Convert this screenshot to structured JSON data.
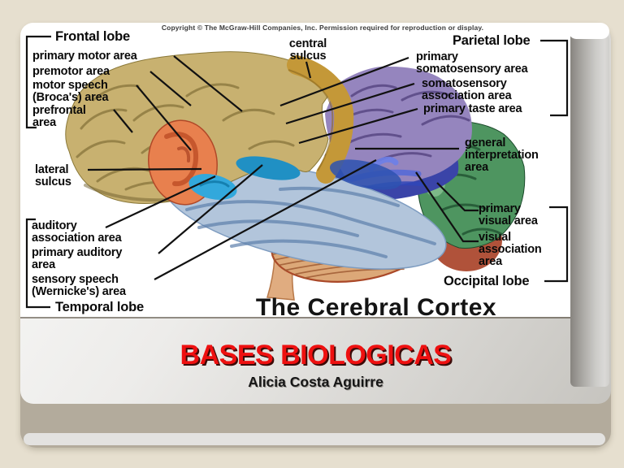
{
  "slide": {
    "copyright": "Copyright © The McGraw-Hill Companies, Inc. Permission required for reproduction or display.",
    "diagram_title": "The Cerebral Cortex",
    "title": "BASES BIOLOGICAS",
    "subtitle": "Alicia Costa Aguirre",
    "labels": {
      "frontal_lobe": "Frontal lobe",
      "primary_motor": "primary motor area",
      "premotor": "premotor area",
      "motor_speech": "motor speech\n(Broca's) area",
      "prefrontal": "prefrontal\narea",
      "central_sulcus": "central\nsulcus",
      "parietal_lobe": "Parietal lobe",
      "primary_somatosensory": "primary\nsomatosensory area",
      "somatosensory_association": "somatosensory\nassociation area",
      "primary_taste": "primary taste area",
      "general_interpretation": "general\ninterpretation\narea",
      "lateral_sulcus": "lateral\nsulcus",
      "auditory_association": "auditory\nassociation area",
      "primary_auditory": "primary auditory\narea",
      "sensory_speech": "sensory speech\n(Wernicke's) area",
      "temporal_lobe": "Temporal lobe",
      "primary_visual": "primary\nvisual area",
      "visual_association": "visual\nassociation\narea",
      "occipital_lobe": "Occipital lobe"
    },
    "colors": {
      "page_background": "#E6DFCF",
      "card_frame": "#B3AB9C",
      "title_red": "#EE1010",
      "brain": {
        "frontal": "#C8B170",
        "motor_band": "#C49838",
        "broca": "#E8804E",
        "parietal": "#9585BE",
        "interpretation": "#3A44A8",
        "temporal": "#B2C5DB",
        "auditory_patch": "#32A8DC",
        "teal_patch": "#2090C4",
        "blue_patch": "#2E52B0",
        "occipital": "#4E9560",
        "occipital_light": "#7FB98A",
        "cerebellum": "#DCA878",
        "cerebellum_back": "#B0523A",
        "brainstem": "#E0AC80"
      }
    }
  }
}
